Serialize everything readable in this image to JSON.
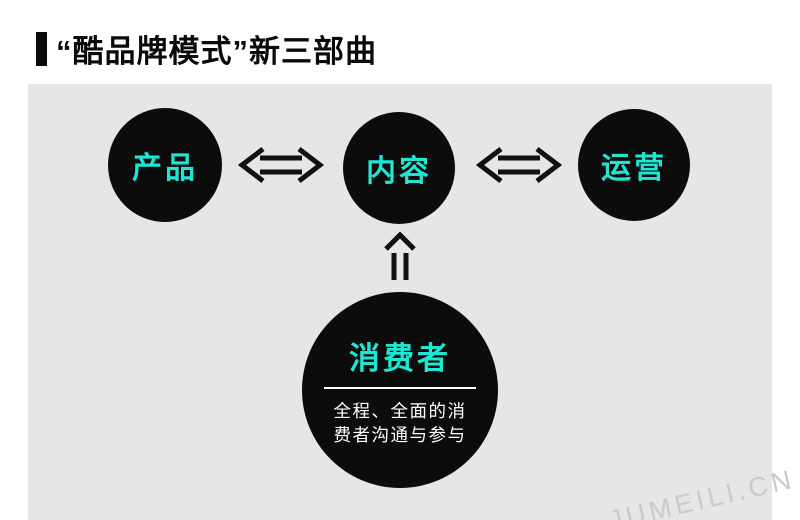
{
  "header": {
    "title": "“酷品牌模式”新三部曲"
  },
  "diagram": {
    "nodes": [
      {
        "id": "product",
        "label": "产品"
      },
      {
        "id": "content",
        "label": "内容"
      },
      {
        "id": "operation",
        "label": "运营"
      }
    ],
    "connections": [
      {
        "from": "product",
        "to": "content",
        "type": "double-arrow-bidirectional"
      },
      {
        "from": "content",
        "to": "operation",
        "type": "double-arrow-bidirectional"
      },
      {
        "from": "consumer",
        "to": "content",
        "type": "double-arrow-up"
      }
    ],
    "consumer": {
      "label": "消费者",
      "desc_line1": "全程、全面的消",
      "desc_line2": "费者沟通与参与"
    }
  },
  "watermark": "JUMEILI.CN",
  "colors": {
    "accent_cyan": "#1fe6d2",
    "node_black": "#0c0c0c",
    "panel_gray": "#e7e6e4",
    "title_black": "#0a0a0a",
    "watermark_gray": "#cbcac8"
  }
}
